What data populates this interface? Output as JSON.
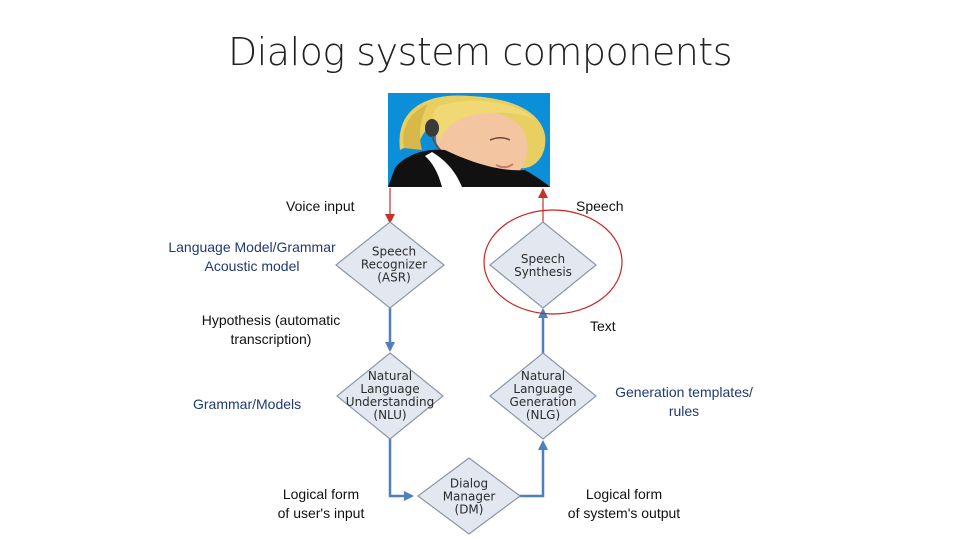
{
  "title": "Dialog system components",
  "colors": {
    "flow": "#4f7fbd",
    "speech_arrow": "#c0342b",
    "highlight": "#cc2222",
    "diamond_fill": "#e3e8f0",
    "diamond_stroke": "#8a96a8"
  },
  "nodes": {
    "asr": [
      "Speech",
      "Recognizer",
      "(ASR)"
    ],
    "tts": [
      "Speech",
      "Synthesis"
    ],
    "nlu": [
      "Natural",
      "Language",
      "Understanding",
      "(NLU)"
    ],
    "nlg": [
      "Natural",
      "Language",
      "Generation",
      "(NLG)"
    ],
    "dm": [
      "Dialog",
      "Manager",
      "(DM)"
    ]
  },
  "labels": {
    "voice_input": "Voice input",
    "speech": "Speech",
    "lm_grammar": "Language Model/Grammar",
    "acoustic_model": "Acoustic model",
    "hypothesis": [
      "Hypothesis (automatic",
      "transcription)"
    ],
    "text": "Text",
    "grammar_models": "Grammar/Models",
    "generation_templates": [
      "Generation templates/",
      "rules"
    ],
    "logical_form_user": [
      "Logical form",
      "of user's input"
    ],
    "logical_form_system": [
      "Logical form",
      "of system's output"
    ]
  },
  "image": {
    "subject": "user-with-headset"
  }
}
